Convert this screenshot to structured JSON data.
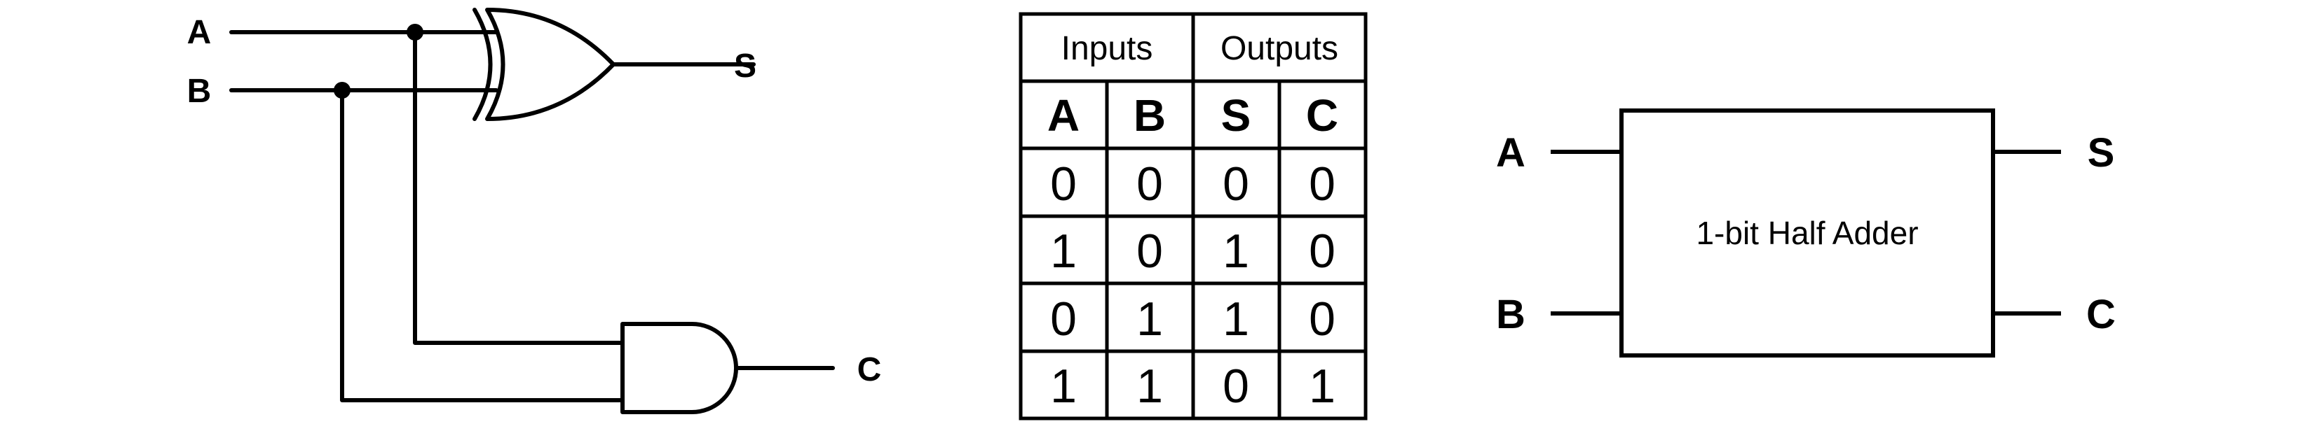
{
  "circuit": {
    "input_a": "A",
    "input_b": "B",
    "output_s": "S",
    "output_c": "C"
  },
  "truth_table": {
    "group_headers": [
      "Inputs",
      "Outputs"
    ],
    "columns": [
      "A",
      "B",
      "S",
      "C"
    ],
    "rows": [
      [
        "0",
        "0",
        "0",
        "0"
      ],
      [
        "1",
        "0",
        "1",
        "0"
      ],
      [
        "0",
        "1",
        "1",
        "0"
      ],
      [
        "1",
        "1",
        "0",
        "1"
      ]
    ]
  },
  "block": {
    "title": "1-bit Half Adder",
    "input_a": "A",
    "input_b": "B",
    "output_s": "S",
    "output_c": "C"
  }
}
